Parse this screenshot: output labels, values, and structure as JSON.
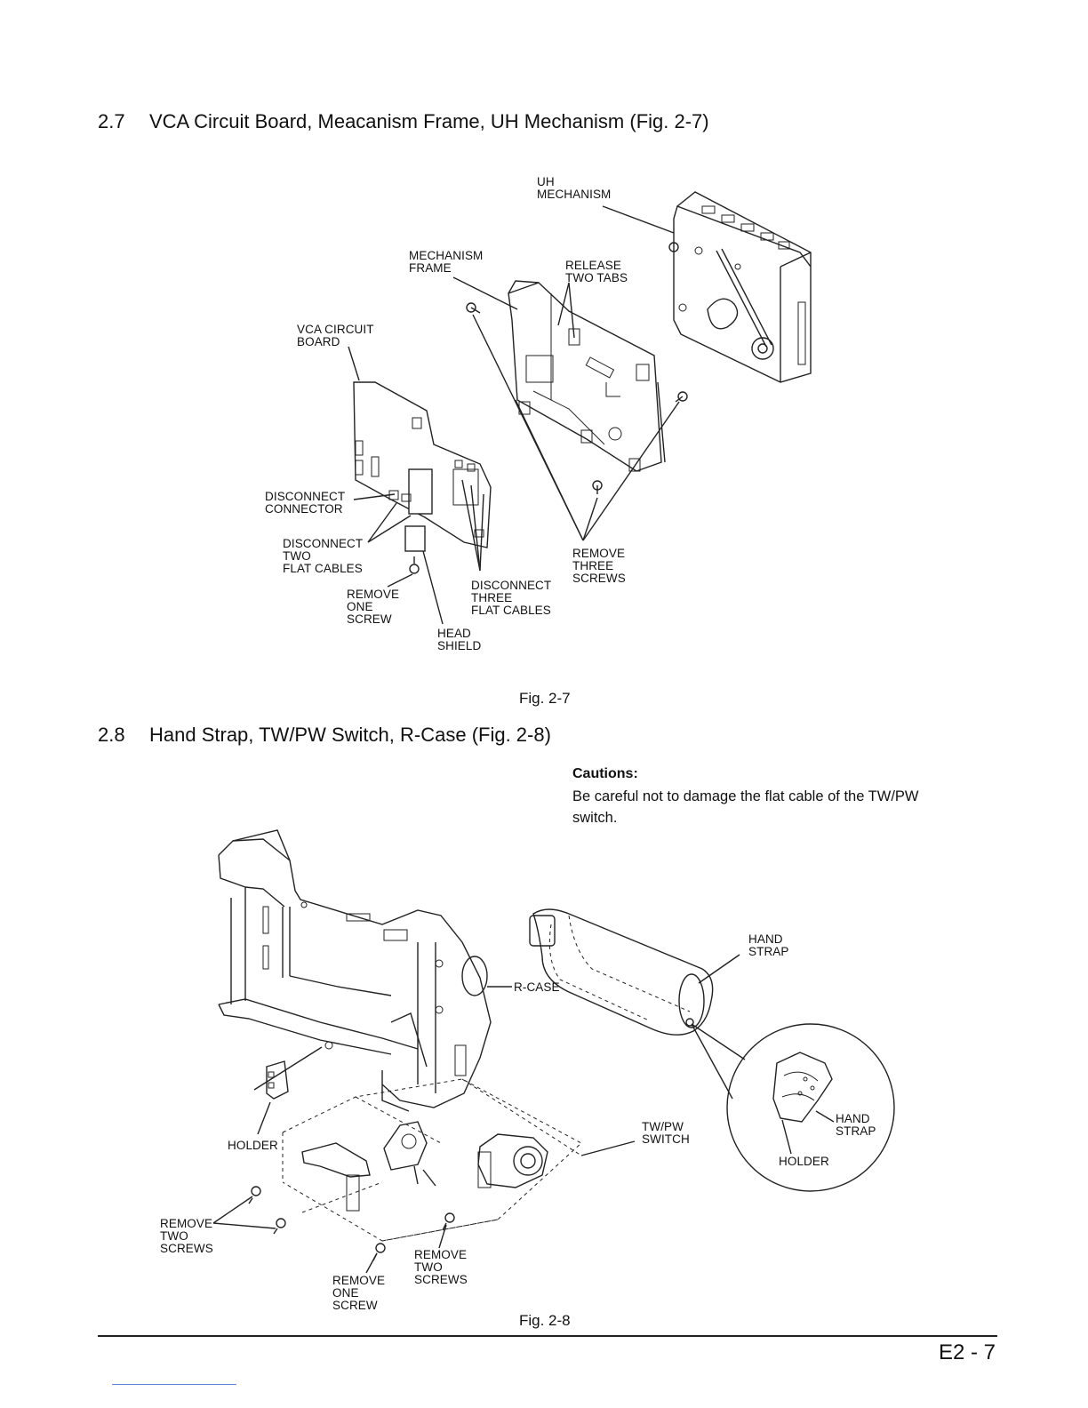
{
  "section_27": {
    "number": "2.7",
    "title": "VCA Circuit Board, Meacanism Frame, UH Mechanism (Fig. 2-7)"
  },
  "fig27": {
    "caption": "Fig. 2-7",
    "labels": {
      "uh_mechanism": [
        "UH",
        "MECHANISM"
      ],
      "mechanism_frame": [
        "MECHANISM",
        "FRAME"
      ],
      "release_tabs": [
        "RELEASE",
        "TWO TABS"
      ],
      "vca_board": [
        "VCA CIRCUIT",
        "BOARD"
      ],
      "disconnect_connector": [
        "DISCONNECT",
        "CONNECTOR"
      ],
      "disconnect_two": [
        "DISCONNECT",
        "TWO",
        "FLAT CABLES"
      ],
      "remove_one_screw": [
        "REMOVE",
        "ONE",
        "SCREW"
      ],
      "disconnect_three": [
        "DISCONNECT",
        "THREE",
        "FLAT CABLES"
      ],
      "head_shield": [
        "HEAD",
        "SHIELD"
      ],
      "remove_three_screws": [
        "REMOVE",
        "THREE",
        "SCREWS"
      ]
    }
  },
  "section_28": {
    "number": "2.8",
    "title": "Hand Strap, TW/PW Switch, R-Case (Fig. 2-8)"
  },
  "cautions": {
    "title": "Cautions:",
    "text": "Be careful not to damage the flat cable of the TW/PW switch."
  },
  "fig28": {
    "caption": "Fig. 2-8",
    "labels": {
      "hand_strap_top": [
        "HAND",
        "STRAP"
      ],
      "r_case": [
        "R-CASE"
      ],
      "tw_pw_switch": [
        "TW/PW",
        "SWITCH"
      ],
      "hand_strap_inset": [
        "HAND",
        "STRAP"
      ],
      "holder_inset": [
        "HOLDER"
      ],
      "holder_left": [
        "HOLDER"
      ],
      "remove_two_screws_left": [
        "REMOVE",
        "TWO",
        "SCREWS"
      ],
      "remove_one_screw": [
        "REMOVE",
        "ONE",
        "SCREW"
      ],
      "remove_two_screws_right": [
        "REMOVE",
        "TWO",
        "SCREWS"
      ]
    }
  },
  "footer": {
    "page_number": "E2 - 7"
  }
}
